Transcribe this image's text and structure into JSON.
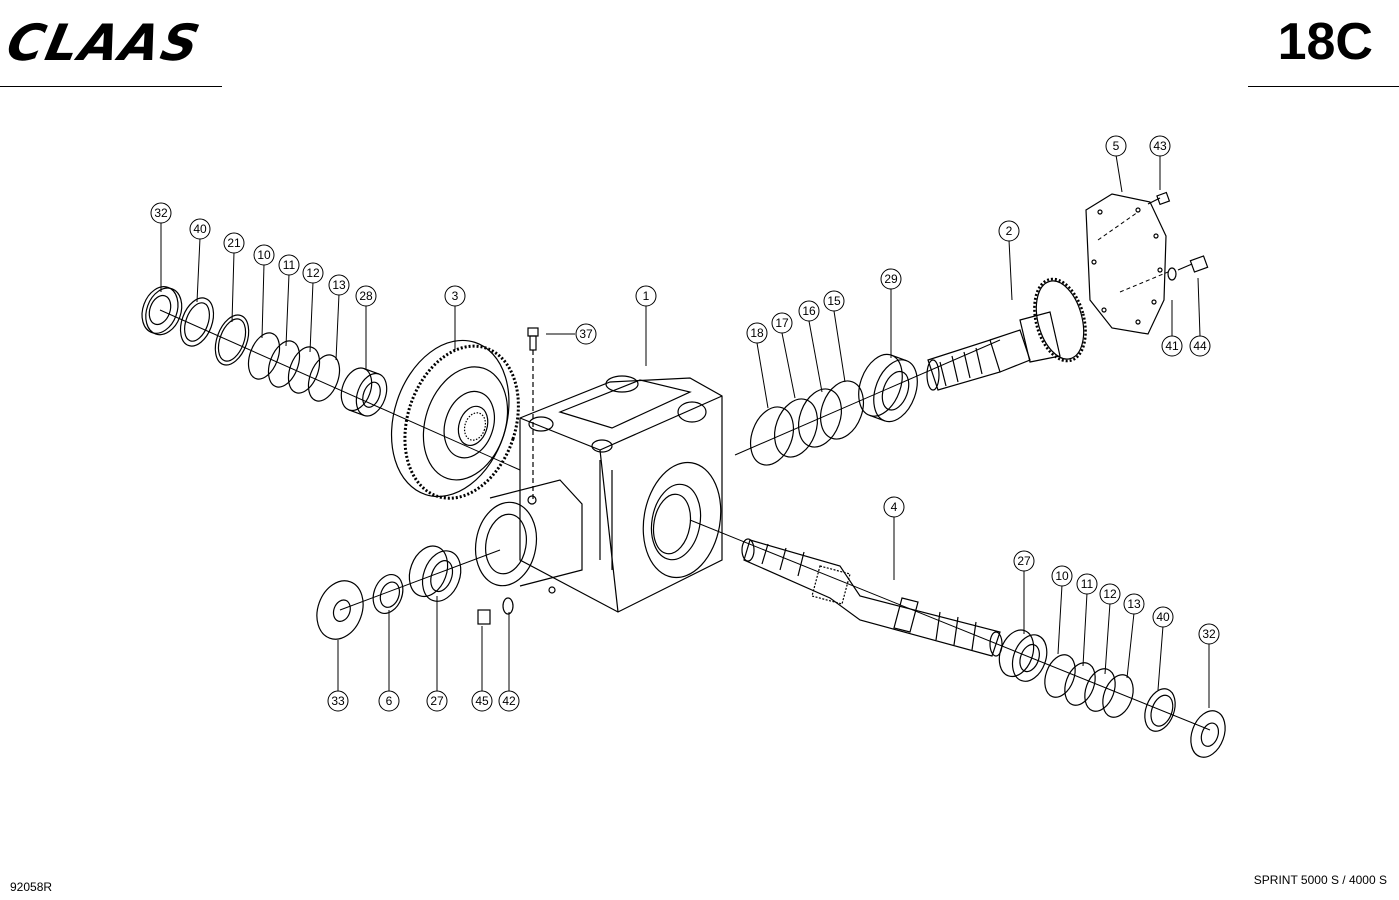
{
  "header": {
    "brand": "CLAAS",
    "page_number": "18C"
  },
  "footer": {
    "drawing_number": "92058R",
    "model": "SPRINT 5000 S / 4000 S"
  },
  "callouts": [
    {
      "id": "c1",
      "label": "1"
    },
    {
      "id": "c2",
      "label": "2"
    },
    {
      "id": "c3",
      "label": "3"
    },
    {
      "id": "c4",
      "label": "4"
    },
    {
      "id": "c5",
      "label": "5"
    },
    {
      "id": "c6",
      "label": "6"
    },
    {
      "id": "c10a",
      "label": "10"
    },
    {
      "id": "c11a",
      "label": "11"
    },
    {
      "id": "c12a",
      "label": "12"
    },
    {
      "id": "c13a",
      "label": "13"
    },
    {
      "id": "c10b",
      "label": "10"
    },
    {
      "id": "c11b",
      "label": "11"
    },
    {
      "id": "c12b",
      "label": "12"
    },
    {
      "id": "c13b",
      "label": "13"
    },
    {
      "id": "c15",
      "label": "15"
    },
    {
      "id": "c16",
      "label": "16"
    },
    {
      "id": "c17",
      "label": "17"
    },
    {
      "id": "c18",
      "label": "18"
    },
    {
      "id": "c21",
      "label": "21"
    },
    {
      "id": "c27a",
      "label": "27"
    },
    {
      "id": "c27b",
      "label": "27"
    },
    {
      "id": "c28",
      "label": "28"
    },
    {
      "id": "c29",
      "label": "29"
    },
    {
      "id": "c32a",
      "label": "32"
    },
    {
      "id": "c32b",
      "label": "32"
    },
    {
      "id": "c33",
      "label": "33"
    },
    {
      "id": "c37",
      "label": "37"
    },
    {
      "id": "c40a",
      "label": "40"
    },
    {
      "id": "c40b",
      "label": "40"
    },
    {
      "id": "c41",
      "label": "41"
    },
    {
      "id": "c42",
      "label": "42"
    },
    {
      "id": "c43",
      "label": "43"
    },
    {
      "id": "c44",
      "label": "44"
    },
    {
      "id": "c45",
      "label": "45"
    }
  ]
}
